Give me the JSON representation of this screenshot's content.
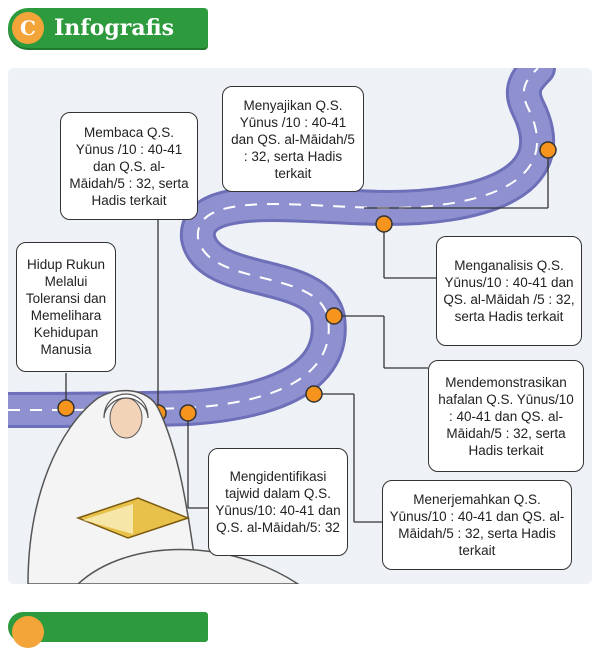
{
  "header": {
    "letter": "C",
    "title": "Infografis"
  },
  "steps": [
    {
      "id": "s1",
      "text": "Membaca Q.S. Yūnus /10 : 40-41 dan Q.S. al-Māidah/5 : 32, serta Hadis terkait"
    },
    {
      "id": "s2",
      "text": "Menyajikan Q.S. Yūnus /10 : 40-41 dan QS. al-Māidah/5 : 32, serta Hadis terkait"
    },
    {
      "id": "s3",
      "text": "Menganalisis Q.S. Yūnus/10 : 40-41 dan QS. al-Māidah /5 : 32, serta Hadis terkait"
    },
    {
      "id": "s4",
      "text": "Mendemonstrasikan hafalan Q.S. Yūnus/10 : 40-41 dan QS. al-Māidah/5 : 32, serta Hadis terkait"
    },
    {
      "id": "s5",
      "text": "Menerjemahkan Q.S. Yūnus/10 : 40-41 dan QS. al-Māidah/5 : 32, serta Hadis terkait"
    },
    {
      "id": "s6",
      "text": "Mengidentifikasi tajwid dalam Q.S. Yūnus/10: 40-41 dan Q.S. al-Māidah/5: 32"
    },
    {
      "id": "s7",
      "text": "Hidup Rukun Melalui Toleransi dan Memelihara Kehidupan Manusia"
    }
  ],
  "colors": {
    "road": "#8e90d0",
    "road_edge": "#6d6fb8",
    "dot": "#f7941d",
    "header_green": "#2e9a3e",
    "badge": "#f4a53a"
  },
  "illustration": "girl-reading-quran"
}
